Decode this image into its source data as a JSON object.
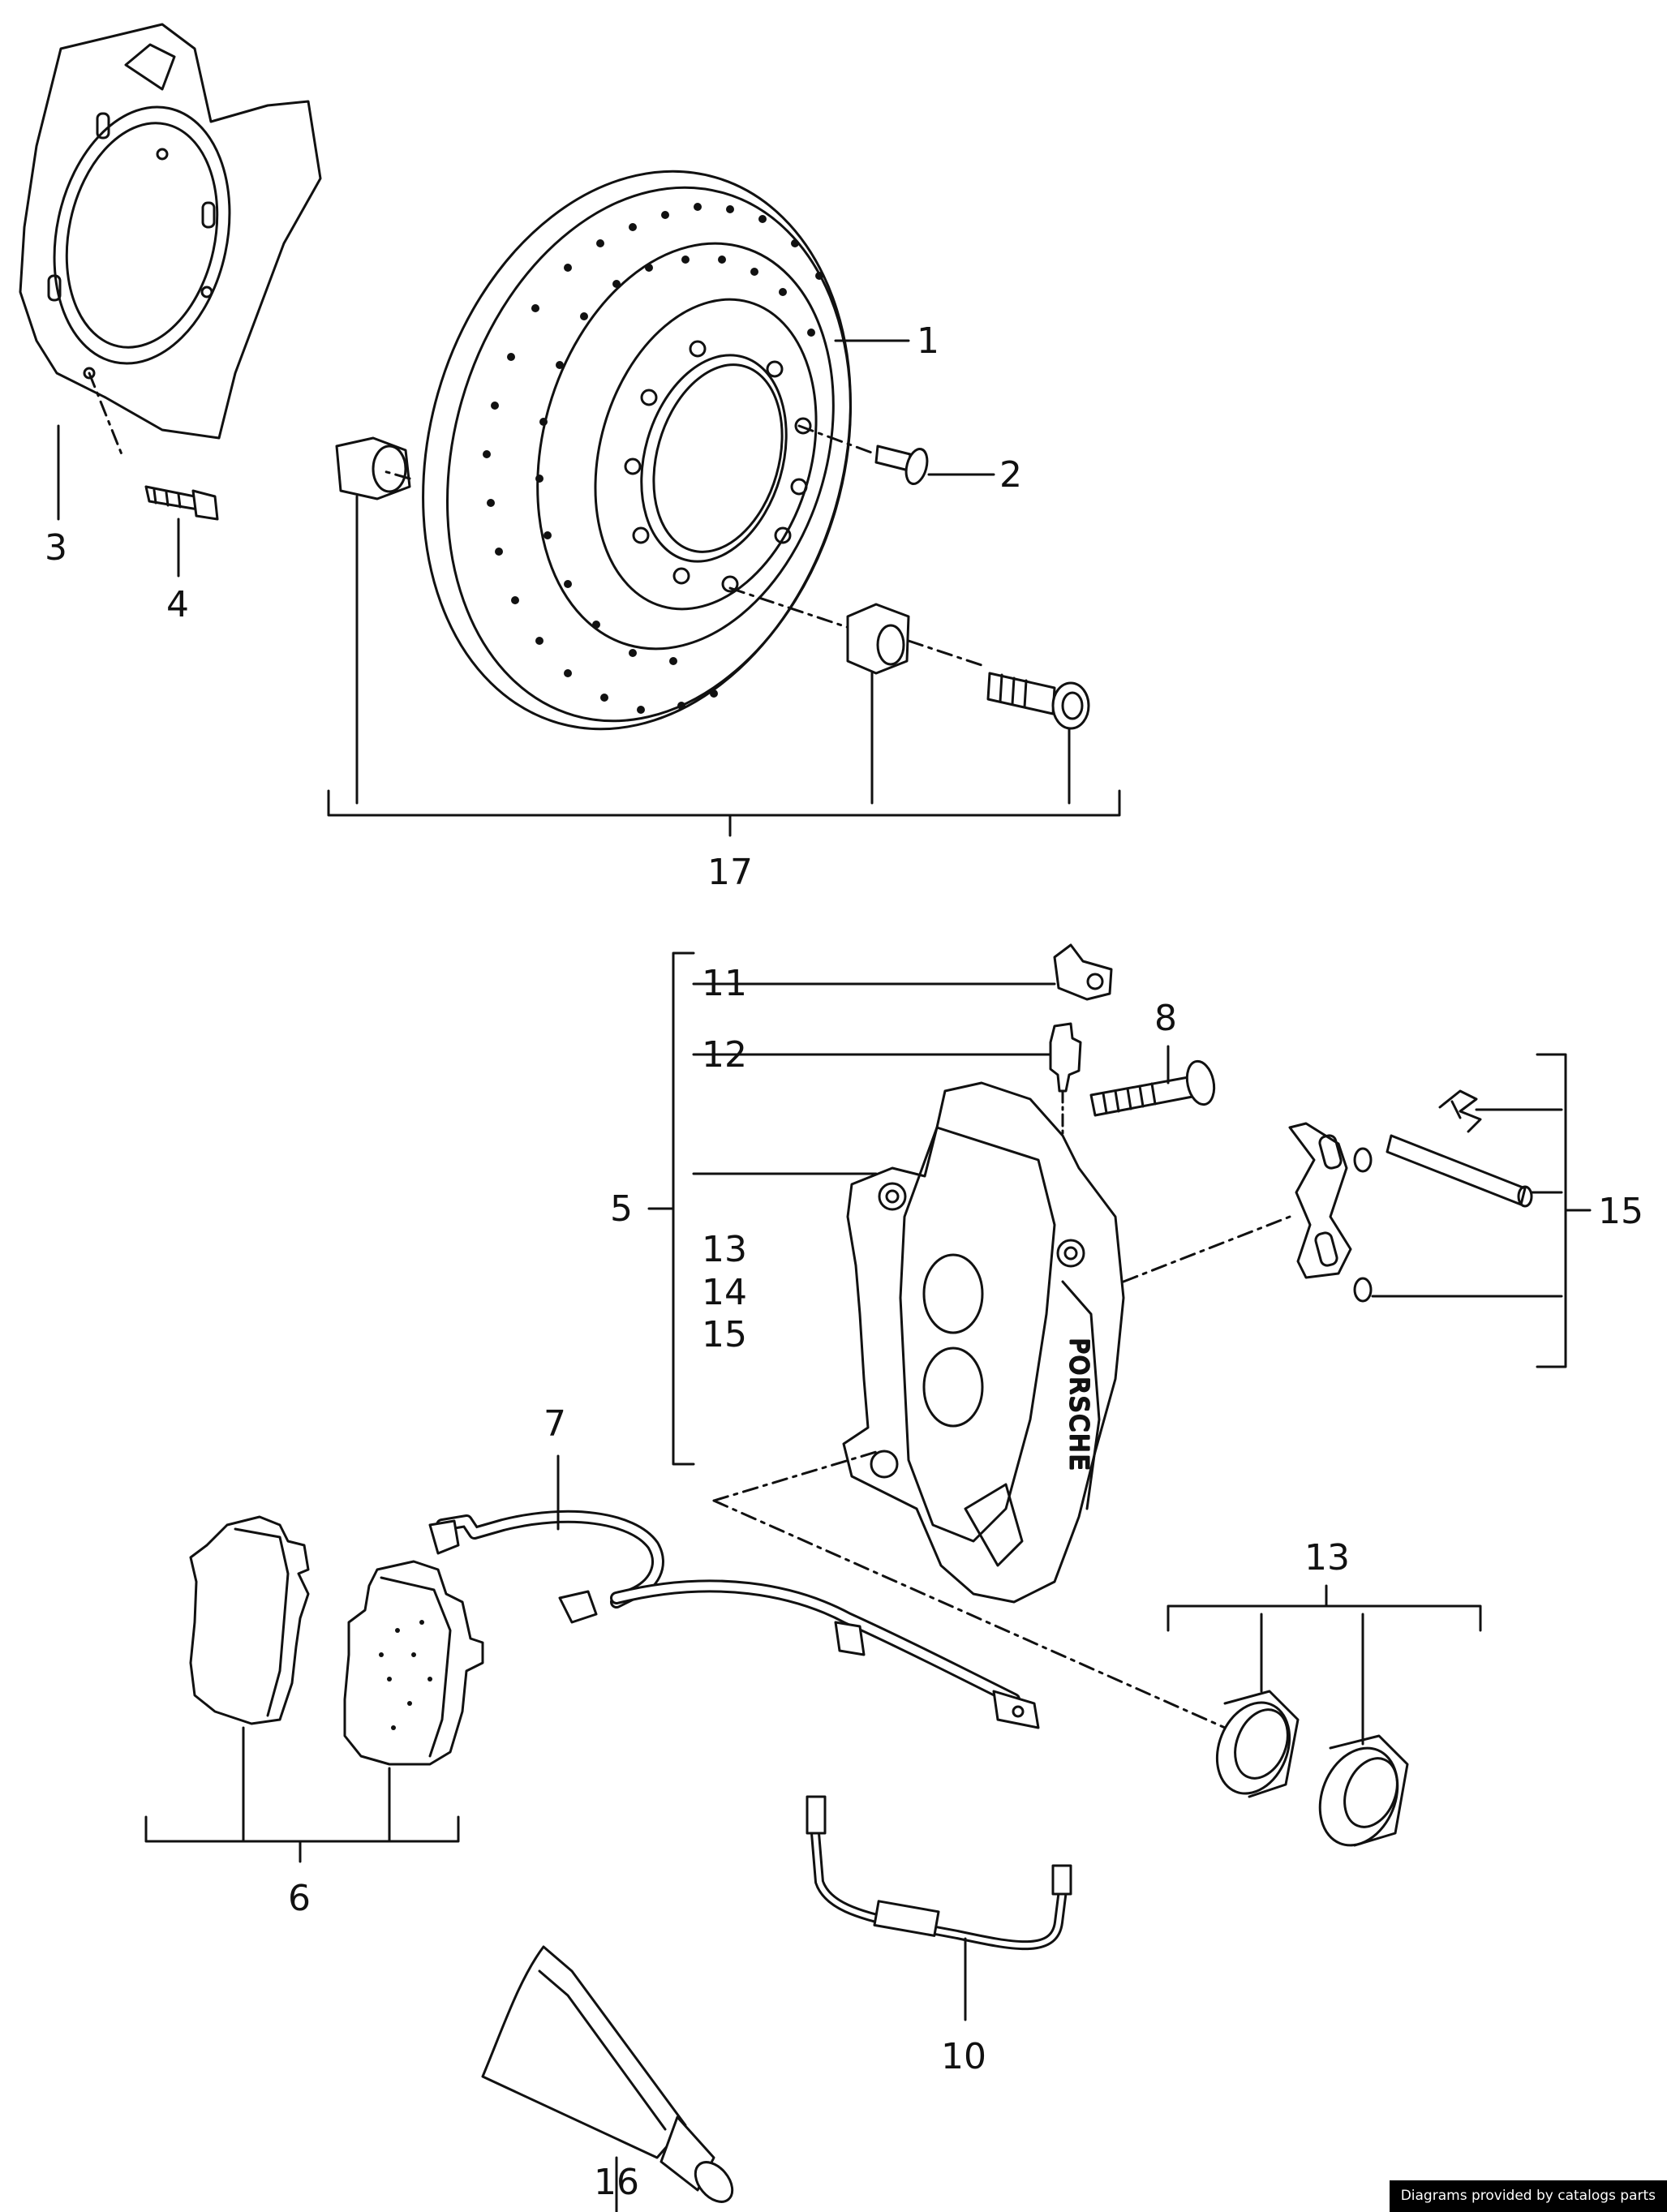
{
  "callouts": {
    "c1": "1",
    "c2": "2",
    "c3": "3",
    "c4": "4",
    "c5": "5",
    "c6": "6",
    "c7": "7",
    "c8": "8",
    "c10": "10",
    "c11": "11",
    "c12": "12",
    "c13a": "13",
    "c14": "14",
    "c15a": "15",
    "c13b": "13",
    "c15b": "15",
    "c16": "16",
    "c17": "17"
  },
  "caliper_brand": "PORSCHE",
  "footer": {
    "credit": "Diagrams provided by catalogs parts"
  },
  "colors": {
    "line": "#111111",
    "background": "#ffffff",
    "footer_bg": "#000000"
  }
}
